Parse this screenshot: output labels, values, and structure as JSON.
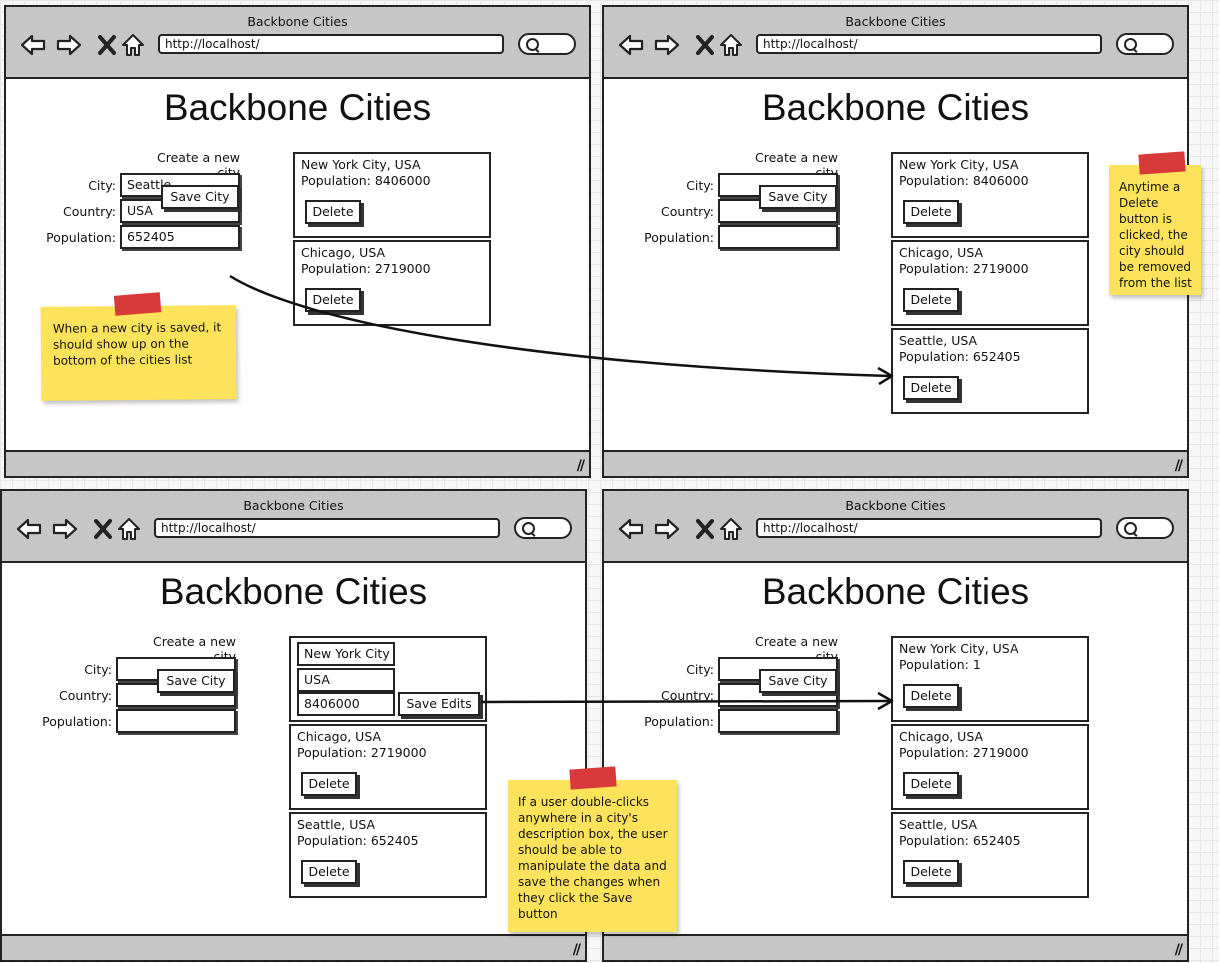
{
  "window_title": "Backbone Cities",
  "url": "http://localhost/",
  "app_heading": "Backbone Cities",
  "form": {
    "title": "Create a new city",
    "city_label": "City:",
    "country_label": "Country:",
    "population_label": "Population:",
    "save_label": "Save City"
  },
  "delete_label": "Delete",
  "save_edits_label": "Save Edits",
  "panels": [
    {
      "form_values": {
        "city": "Seattle",
        "country": "USA",
        "population": "652405"
      },
      "cities": [
        {
          "name": "New York City, USA",
          "population": "Population: 8406000"
        },
        {
          "name": "Chicago, USA",
          "population": "Population: 2719000"
        }
      ]
    },
    {
      "form_values": {
        "city": "",
        "country": "",
        "population": ""
      },
      "cities": [
        {
          "name": "New York City, USA",
          "population": "Population: 8406000"
        },
        {
          "name": "Chicago, USA",
          "population": "Population: 2719000"
        },
        {
          "name": "Seattle, USA",
          "population": "Population: 652405"
        }
      ]
    },
    {
      "form_values": {
        "city": "",
        "country": "",
        "population": ""
      },
      "edit": {
        "city": "New York City",
        "country": "USA",
        "population": "8406000"
      },
      "cities": [
        {
          "name": "Chicago, USA",
          "population": "Population: 2719000"
        },
        {
          "name": "Seattle, USA",
          "population": "Population: 652405"
        }
      ]
    },
    {
      "form_values": {
        "city": "",
        "country": "",
        "population": ""
      },
      "cities": [
        {
          "name": "New York City, USA",
          "population": "Population: 1"
        },
        {
          "name": "Chicago, USA",
          "population": "Population: 2719000"
        },
        {
          "name": "Seattle, USA",
          "population": "Population: 652405"
        }
      ]
    }
  ],
  "notes": {
    "save": "When a new city is saved, it should show up on the bottom of the cities list",
    "delete": "Anytime a Delete button is clicked, the city should be removed from the list",
    "edit": "If a user double-clicks anywhere in a city's description box, the user should be able to manipulate the data and save the changes when they click the Save button"
  },
  "colors": {
    "chrome": "#c6c6c6",
    "note": "#fde35b",
    "tape": "#d83a3a",
    "ink": "#222222"
  }
}
